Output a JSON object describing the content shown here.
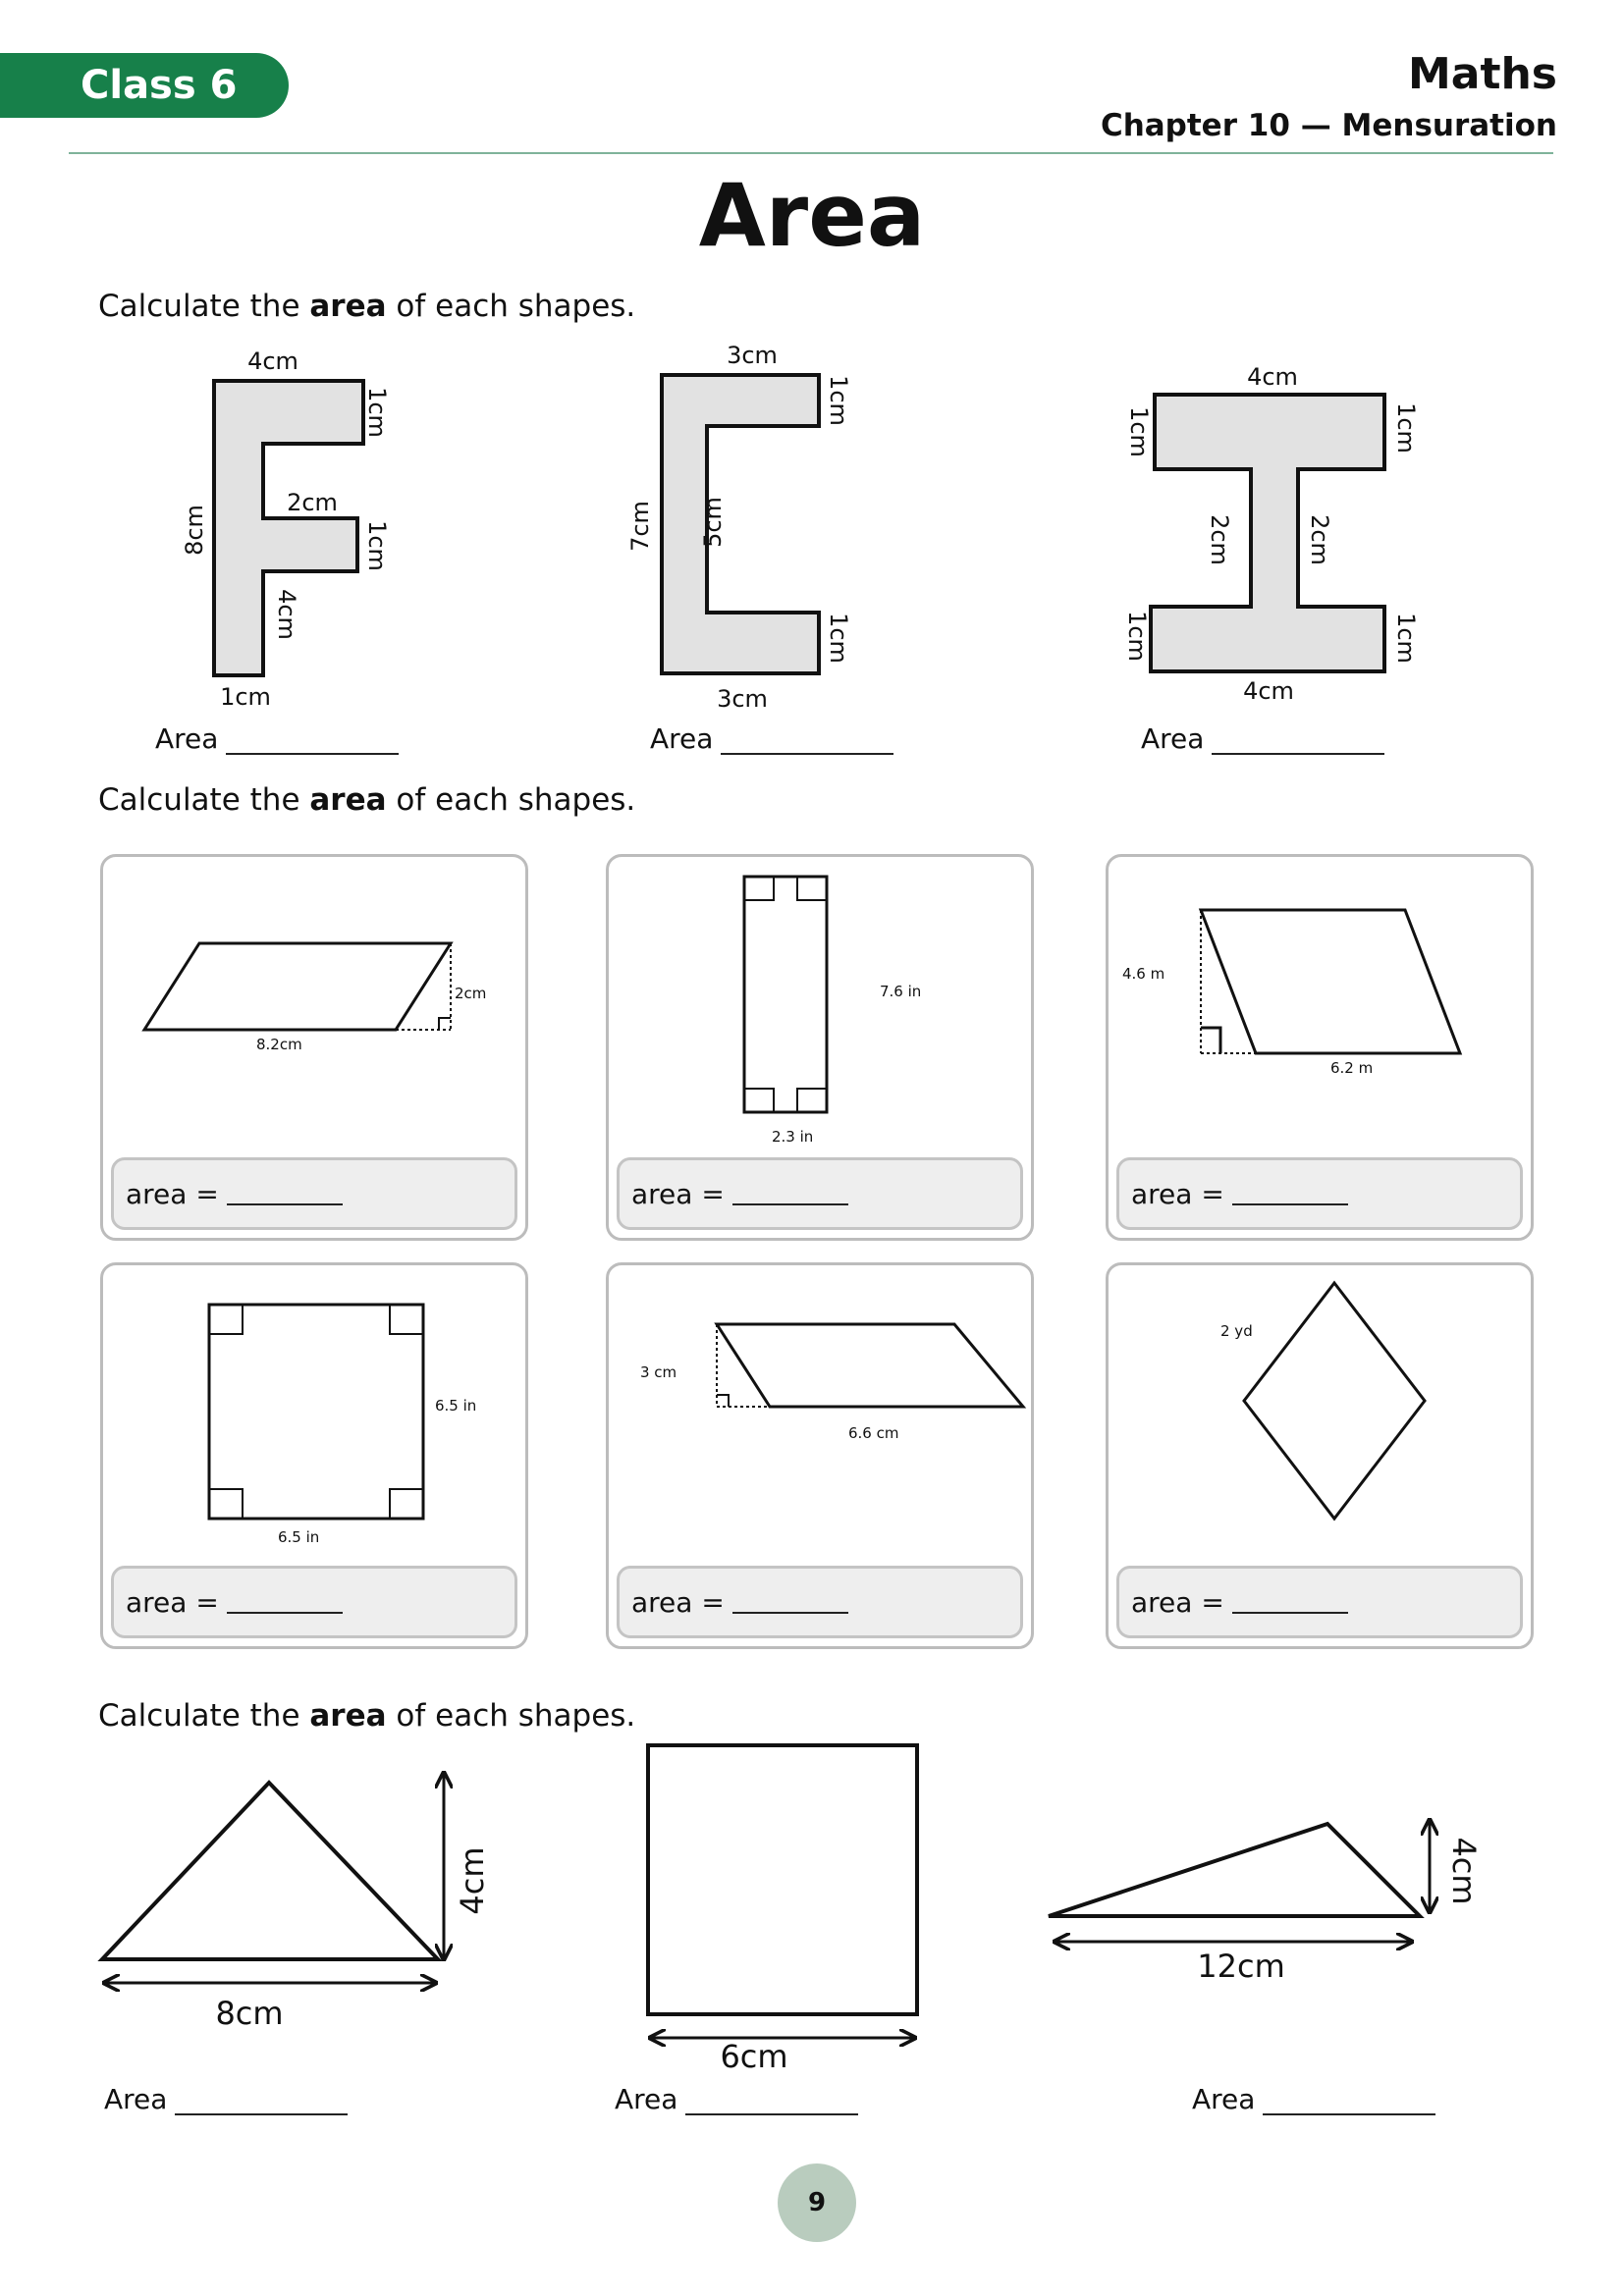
{
  "header": {
    "class_label": "Class 6",
    "subject": "Maths",
    "chapter": "Chapter 10 — Mensuration"
  },
  "title": "Area",
  "instruction": {
    "prefix": "Calculate the ",
    "bold": "area",
    "suffix": " of each shapes."
  },
  "answer_label": "Area",
  "card_answer_label": "area =",
  "section1": {
    "f_shape": {
      "top": "4cm",
      "right_top": "1cm",
      "middle": "2cm",
      "right_mid": "1cm",
      "left": "8cm",
      "inner": "4cm",
      "bottom": "1cm"
    },
    "c_shape": {
      "top": "3cm",
      "right_top": "1cm",
      "left": "7cm",
      "inner": "5cm",
      "right_bottom": "1cm",
      "bottom": "3cm"
    },
    "i_shape": {
      "top": "4cm",
      "left_top": "1cm",
      "right_top": "1cm",
      "left_mid": "2cm",
      "right_mid": "2cm",
      "left_bottom": "1cm",
      "right_bottom": "1cm",
      "bottom": "4cm"
    }
  },
  "section2": {
    "card1": {
      "height": "2cm",
      "base": "8.2cm"
    },
    "card2": {
      "height": "7.6 in",
      "width": "2.3 in"
    },
    "card3": {
      "height": "4.6 m",
      "base": "6.2 m"
    },
    "card4": {
      "side_right": "6.5 in",
      "side_bottom": "6.5 in"
    },
    "card5": {
      "height": "3 cm",
      "base": "6.6 cm"
    },
    "card6": {
      "side": "2 yd"
    }
  },
  "section3": {
    "triangle": {
      "height": "4cm",
      "base": "8cm"
    },
    "square": {
      "side": "6cm"
    },
    "obtuse_triangle": {
      "height": "4cm",
      "base": "12cm"
    }
  },
  "page_number": "9"
}
